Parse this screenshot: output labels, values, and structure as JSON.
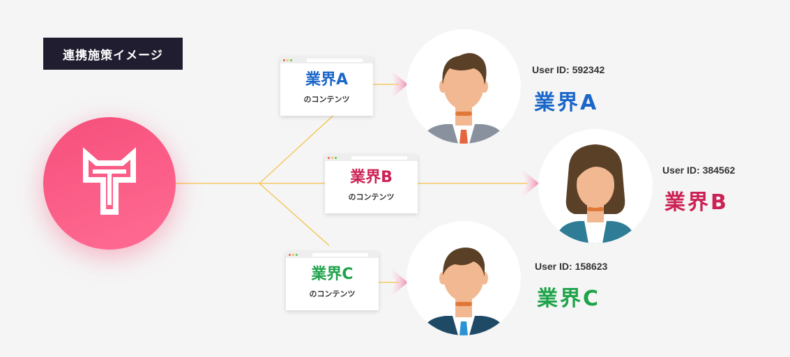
{
  "title": "連携施策イメージ",
  "logo_icon": "T-cat-logo-icon",
  "colors": {
    "title_bg": "#1f1d2f",
    "logo_pink": "#f64f7c",
    "connector": "#f5c044",
    "arrow": "#f07ba0",
    "industry_a": "#1a66c9",
    "industry_b": "#cc2154",
    "industry_c": "#1fa34a"
  },
  "contents": [
    {
      "industry": "業界A",
      "label": "のコンテンツ"
    },
    {
      "industry": "業界B",
      "label": "のコンテンツ"
    },
    {
      "industry": "業界C",
      "label": "のコンテンツ"
    }
  ],
  "users": [
    {
      "user_id": "User ID: 592342",
      "industry": "業界A",
      "icon": "businessman-gray-suit-icon"
    },
    {
      "user_id": "User ID: 384562",
      "industry": "業界B",
      "icon": "businesswoman-teal-jacket-icon"
    },
    {
      "user_id": "User ID: 158623",
      "industry": "業界C",
      "icon": "businessman-navy-suit-icon"
    }
  ]
}
